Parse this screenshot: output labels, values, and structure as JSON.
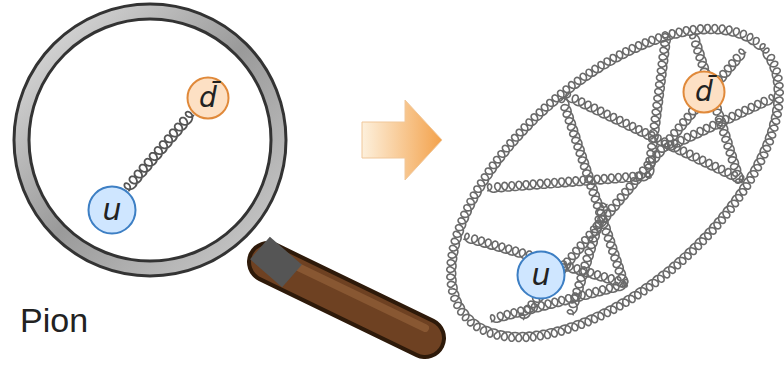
{
  "diagram": {
    "nodes": [
      {
        "text": [
          "d̄"
        ]
      },
      {
        "text": [
          "u"
        ]
      },
      {
        "text": [
          "d̄"
        ]
      },
      {
        "text": [
          "u"
        ]
      }
    ],
    "edges": [
      {
        "from": 1,
        "to": 0,
        "arrow": "none"
      }
    ],
    "labels": [
      "Pion"
    ]
  }
}
